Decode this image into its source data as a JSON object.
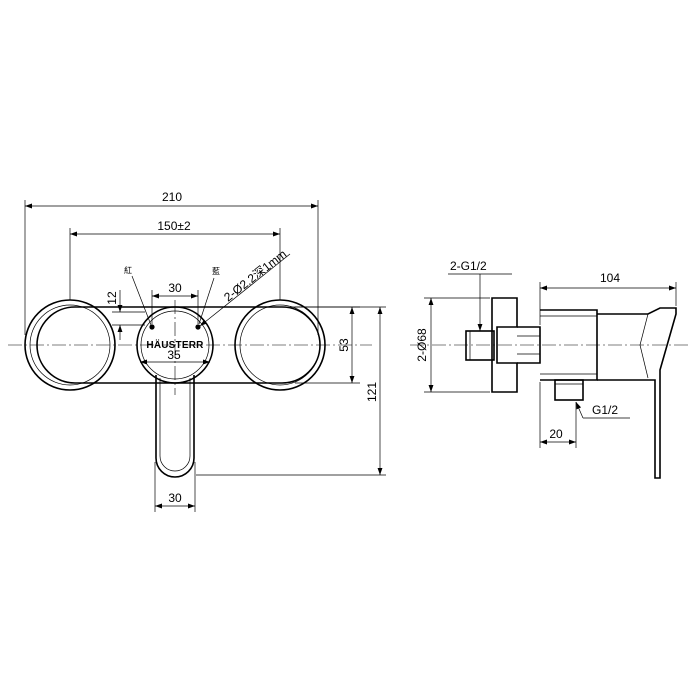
{
  "dimensions": {
    "overall_width": "210",
    "center_distance": "150±2",
    "side_offset": "12",
    "handle_offset": "30",
    "hole_spec": "2-Ø2.2深1mm",
    "center_diameter": "35",
    "height_53": "53",
    "height_121": "121",
    "handle_width": "30",
    "inlet_thread": "2-G1/2",
    "depth": "104",
    "flange_diameter": "2-Ø68",
    "outlet_thread": "G1/2",
    "outlet_length": "20"
  },
  "markers": {
    "red": "紅",
    "blue": "藍"
  },
  "brand": {
    "logo_text": "HÄUSTERR"
  }
}
